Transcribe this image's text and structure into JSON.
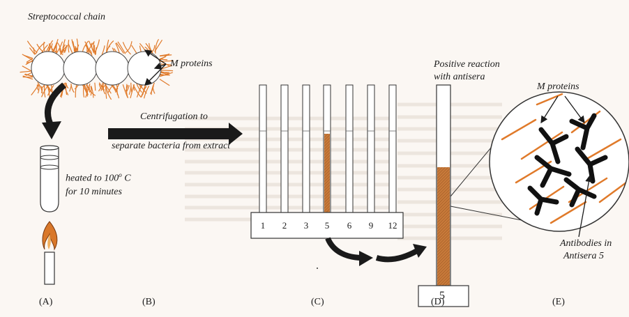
{
  "labels": {
    "streptococcal_chain": "Streptococcal chain",
    "m_proteins_a": "M proteins",
    "heated": "heated to 100",
    "heated_sup": "o",
    "heated_unit": " C",
    "heated_time": "for 10 minutes",
    "centrifugation_1": "Centrifugation to",
    "centrifugation_2": "separate bacteria from extract",
    "positive_1": "Positive reaction",
    "positive_2": "with antisera",
    "m_proteins_e": "M proteins",
    "antibodies_1": "Antibodies in",
    "antibodies_2": "Antisera 5",
    "rack_numbers": [
      "1",
      "2",
      "3",
      "5",
      "6",
      "9",
      "12"
    ],
    "single_tube_number": "5"
  },
  "panel_labels": [
    "(A)",
    "(B)",
    "(C)",
    "(D)",
    "(E)"
  ],
  "colors": {
    "extract": "#c87a3a",
    "fibers": "#e07a2a",
    "flame": "#d9782a",
    "ink": "#1a1a1a"
  }
}
